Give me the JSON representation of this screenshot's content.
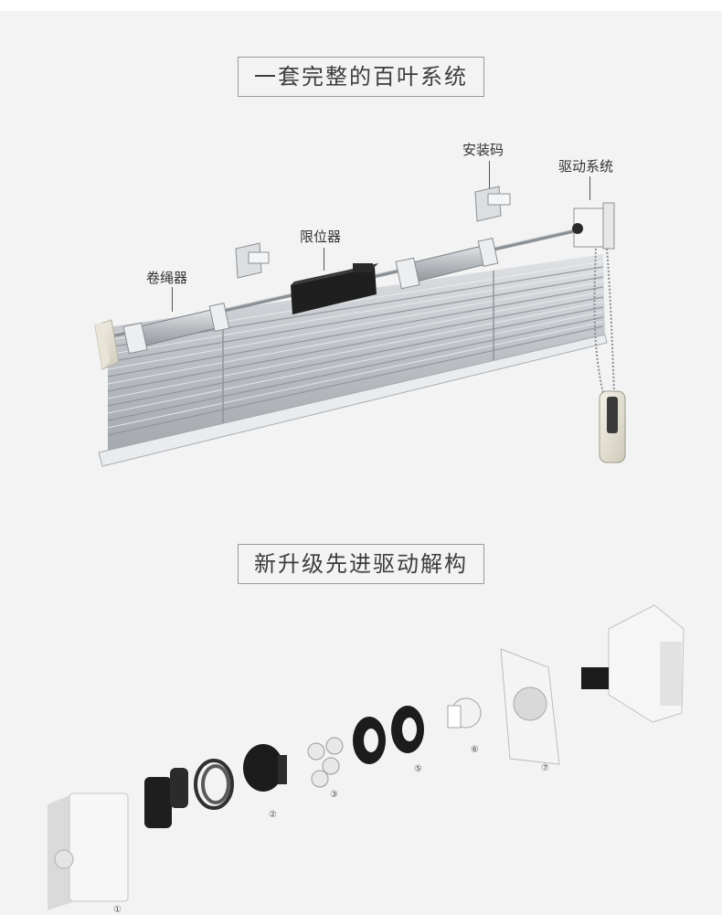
{
  "section1": {
    "title": "一套完整的百叶系统",
    "labels": {
      "anzhuangma": "安装码",
      "qudong": "驱动系统",
      "xianweiqi": "限位器",
      "juanshengqi": "卷绳器"
    }
  },
  "section2": {
    "title": "新升级先进驱动解构",
    "part_numbers": [
      "①",
      "②",
      "③",
      "⑤",
      "⑥",
      "⑦"
    ]
  },
  "colors": {
    "background": "#f3f3f3",
    "blind_gray": "#b8bcc0",
    "dark_part": "#1e1e1e",
    "white_part": "#f7f7f7"
  }
}
